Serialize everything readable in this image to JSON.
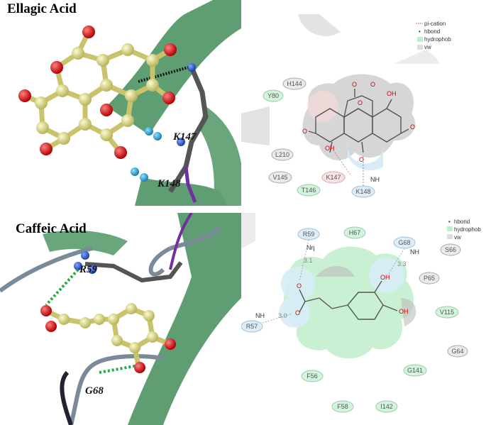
{
  "panels": {
    "ellagic": {
      "title": "Ellagic Acid",
      "labels_3d": [
        "K147",
        "K148"
      ],
      "legend": [
        {
          "label": "pi-cation",
          "color": "#e06060"
        },
        {
          "label": "hbond",
          "color": "#4a7fd0"
        },
        {
          "label": "hydrophob",
          "color": "#bfeecf"
        },
        {
          "label": "vw",
          "color": "#dddddd"
        }
      ],
      "residues": [
        {
          "name": "H144",
          "type": "vw"
        },
        {
          "name": "Y80",
          "type": "hydrophob"
        },
        {
          "name": "L210",
          "type": "vw"
        },
        {
          "name": "V145",
          "type": "vw"
        },
        {
          "name": "T146",
          "type": "hydrophob"
        },
        {
          "name": "K147",
          "type": "pi"
        },
        {
          "name": "K148",
          "type": "hbond"
        }
      ],
      "atoms": [
        "O",
        "O",
        "O",
        "OH",
        "O",
        "O",
        "OH",
        "O"
      ],
      "nh_label": "NH"
    },
    "caffeic": {
      "title": "Caffeic Acid",
      "labels_3d": [
        "R59",
        "G68"
      ],
      "legend": [
        {
          "label": "hbond",
          "color": "#4a7fd0"
        },
        {
          "label": "hydrophob",
          "color": "#bfeecf"
        },
        {
          "label": "vw",
          "color": "#dddddd"
        }
      ],
      "residues": [
        {
          "name": "R59",
          "type": "hbond"
        },
        {
          "name": "H67",
          "type": "hydrophob"
        },
        {
          "name": "G68",
          "type": "hbond"
        },
        {
          "name": "S66",
          "type": "vw"
        },
        {
          "name": "P65",
          "type": "vw"
        },
        {
          "name": "V115",
          "type": "hydrophob"
        },
        {
          "name": "G64",
          "type": "vw"
        },
        {
          "name": "G141",
          "type": "hydrophob"
        },
        {
          "name": "R57",
          "type": "hbond"
        },
        {
          "name": "F56",
          "type": "hydrophob"
        },
        {
          "name": "F58",
          "type": "hydrophob"
        },
        {
          "name": "I142",
          "type": "hydrophob"
        }
      ],
      "atoms": [
        "O",
        "O",
        "OH",
        "OH"
      ],
      "nh_labels": [
        "NH",
        "NH"
      ],
      "n_label": "Nη",
      "distances": [
        "3.1",
        "3.3",
        "3.0"
      ]
    }
  }
}
